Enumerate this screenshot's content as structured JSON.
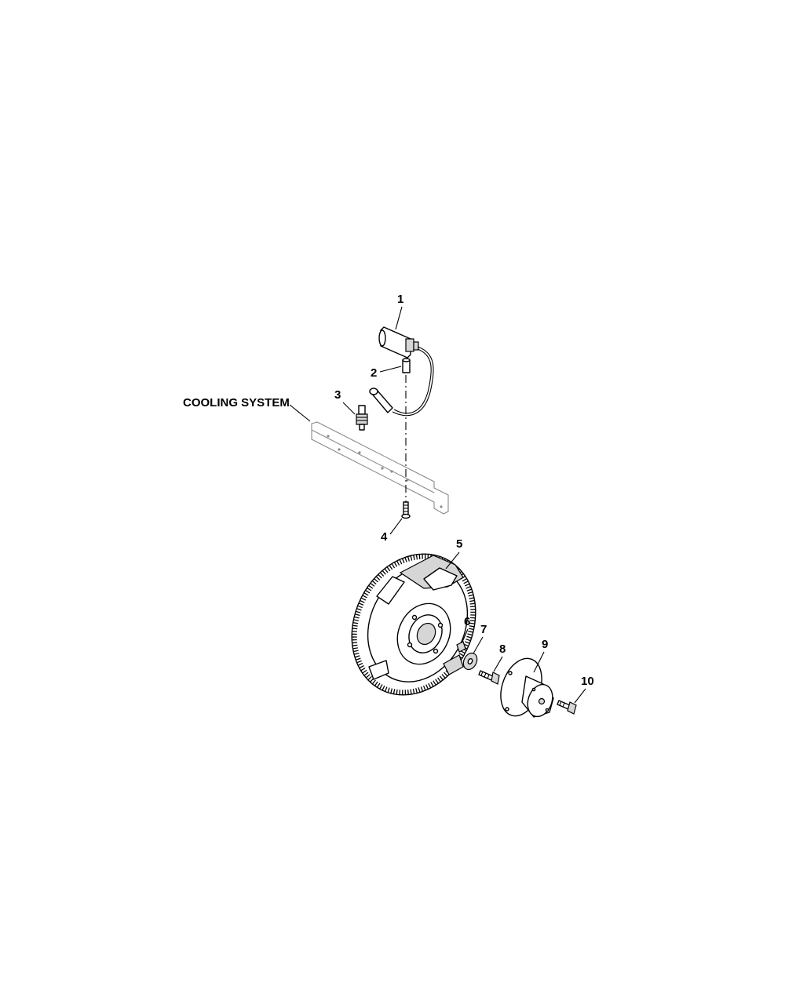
{
  "diagram": {
    "reference_label": "COOLING SYSTEM",
    "callouts": [
      "1",
      "2",
      "3",
      "4",
      "5",
      "6",
      "7",
      "8",
      "9",
      "10"
    ]
  }
}
